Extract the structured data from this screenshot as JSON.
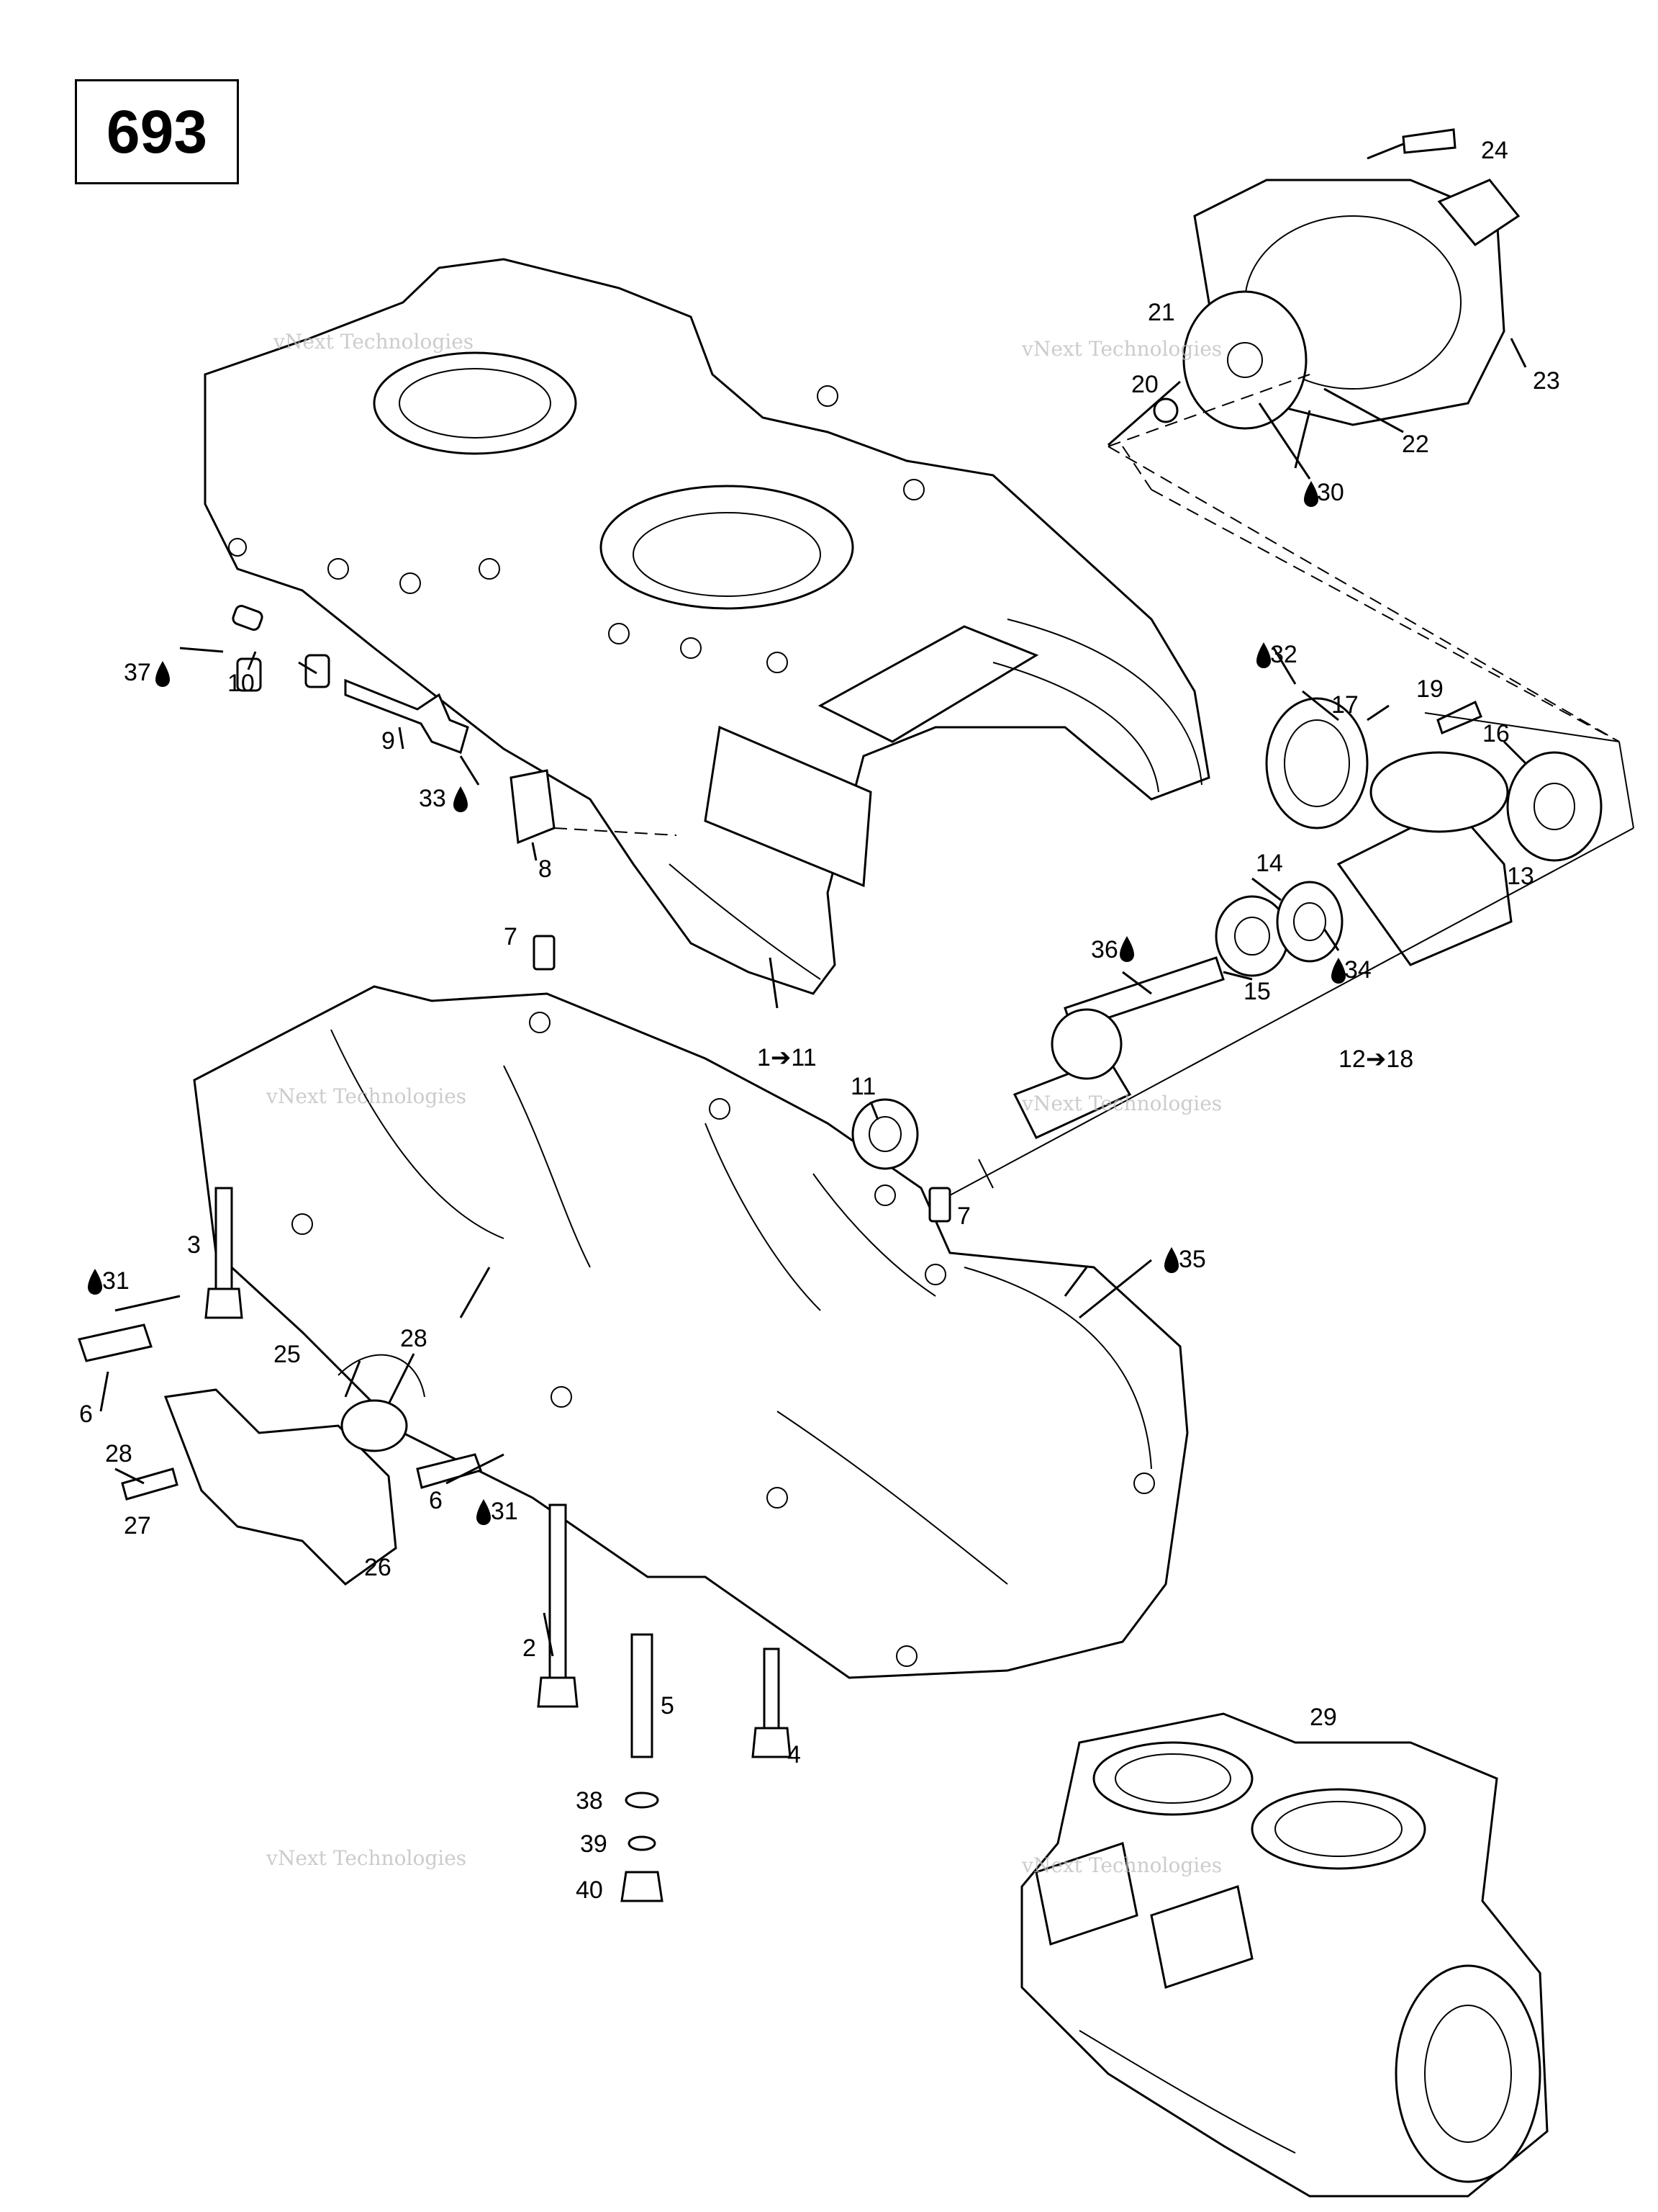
{
  "diagram_code": "693",
  "watermark_text": "vNext Technologies",
  "callouts": {
    "c1_11": "1➔11",
    "c12_18": "12➔18",
    "c2": "2",
    "c3": "3",
    "c4": "4",
    "c5": "5",
    "c6a": "6",
    "c6b": "6",
    "c7a": "7",
    "c7b": "7",
    "c8": "8",
    "c9": "9",
    "c10": "10",
    "c11": "11",
    "c13": "13",
    "c14": "14",
    "c15": "15",
    "c16": "16",
    "c17": "17",
    "c19": "19",
    "c20": "20",
    "c21": "21",
    "c22": "22",
    "c23": "23",
    "c24": "24",
    "c25": "25",
    "c26": "26",
    "c27": "27",
    "c28a": "28",
    "c28b": "28",
    "c29": "29",
    "c30": "30",
    "c31a": "31",
    "c31b": "31",
    "c32": "32",
    "c33": "33",
    "c34": "34",
    "c35": "35",
    "c36": "36",
    "c37": "37",
    "c38": "38",
    "c39": "39",
    "c40": "40"
  }
}
